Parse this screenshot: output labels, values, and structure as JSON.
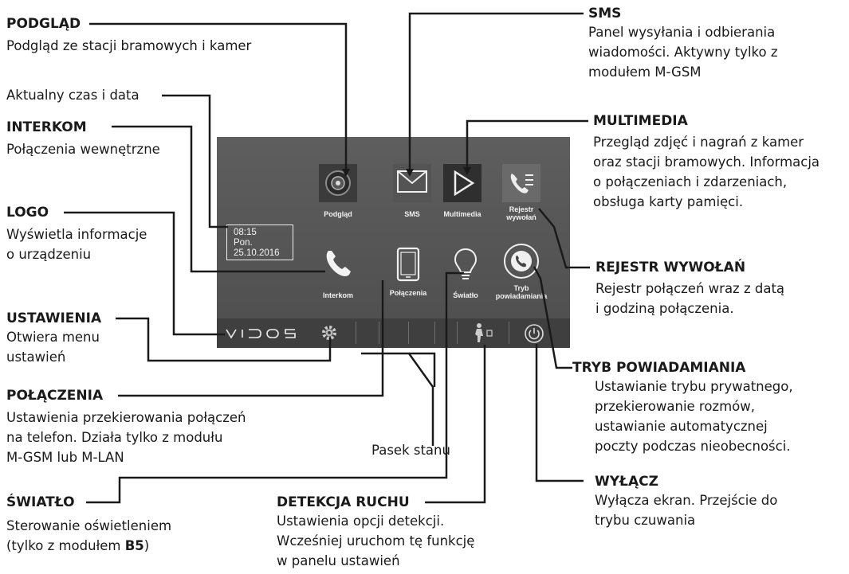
{
  "annotations": {
    "podglad": {
      "title": "PODGLĄD",
      "desc": "Podgląd ze stacji bramowych i kamer"
    },
    "czas": {
      "desc": "Aktualny czas i data"
    },
    "interkom": {
      "title": "INTERKOM",
      "desc": "Połączenia wewnętrzne"
    },
    "logo": {
      "title": "LOGO",
      "desc1": "Wyświetla informacje",
      "desc2": "o urządzeniu"
    },
    "ustawienia": {
      "title": "USTAWIENIA",
      "desc1": "Otwiera menu",
      "desc2": "ustawień"
    },
    "polaczenia": {
      "title": "POŁĄCZENIA",
      "desc1": "Ustawienia przekierowania połączeń",
      "desc2": "na telefon. Działa tylko z modułu",
      "desc3": "M-GSM lub M-LAN"
    },
    "swiatlo": {
      "title": "ŚWIATŁO",
      "desc1": "Sterowanie oświetleniem",
      "desc2_pre": "(tylko z modułem ",
      "desc2_bold": "B5",
      "desc2_post": ")"
    },
    "detekcja": {
      "title": "DETEKCJA RUCHU",
      "desc1": "Ustawienia opcji detekcji.",
      "desc2": "Wcześniej uruchom tę funkcję",
      "desc3": "w panelu ustawień"
    },
    "pasek": {
      "desc": "Pasek stanu"
    },
    "sms": {
      "title": "SMS",
      "desc1": "Panel wysyłania i odbierania",
      "desc2": "wiadomości. Aktywny tylko z",
      "desc3": "modułem M-GSM"
    },
    "multimedia": {
      "title": "MULTIMEDIA",
      "desc1": "Przegląd zdjęć i nagrań z kamer",
      "desc2": "oraz stacji bramowych. Informacja",
      "desc3": "o połączeniach i zdarzeniach,",
      "desc4": "obsługa karty pamięci."
    },
    "rejestr": {
      "title": "REJESTR WYWOŁAŃ",
      "desc1": "Rejestr połączeń wraz z datą",
      "desc2": "i godziną połączenia."
    },
    "tryb": {
      "title": "TRYB POWIADAMIANIA",
      "desc1": "Ustawianie trybu prywatnego,",
      "desc2": "przekierowanie rozmów,",
      "desc3": "ustawianie automatycznej",
      "desc4": "poczty podczas nieobecności."
    },
    "wylacz": {
      "title": "WYŁĄCZ",
      "desc1": "Wyłącza ekran. Przejście do",
      "desc2": "trybu czuwania"
    }
  },
  "screen": {
    "clock": {
      "time": "08:15",
      "day": "Pon.",
      "date": "25.10.2016"
    },
    "tiles": {
      "podglad": "Podgląd",
      "sms": "SMS",
      "multimedia": "Multimedia",
      "rejestr1": "Rejestr",
      "rejestr2": "wywołań",
      "interkom": "Interkom",
      "polaczenia": "Połączenia",
      "swiatlo": "Światło",
      "tryb1": "Tryb",
      "tryb2": "powiadamiania"
    },
    "logo": "VIDOS"
  }
}
